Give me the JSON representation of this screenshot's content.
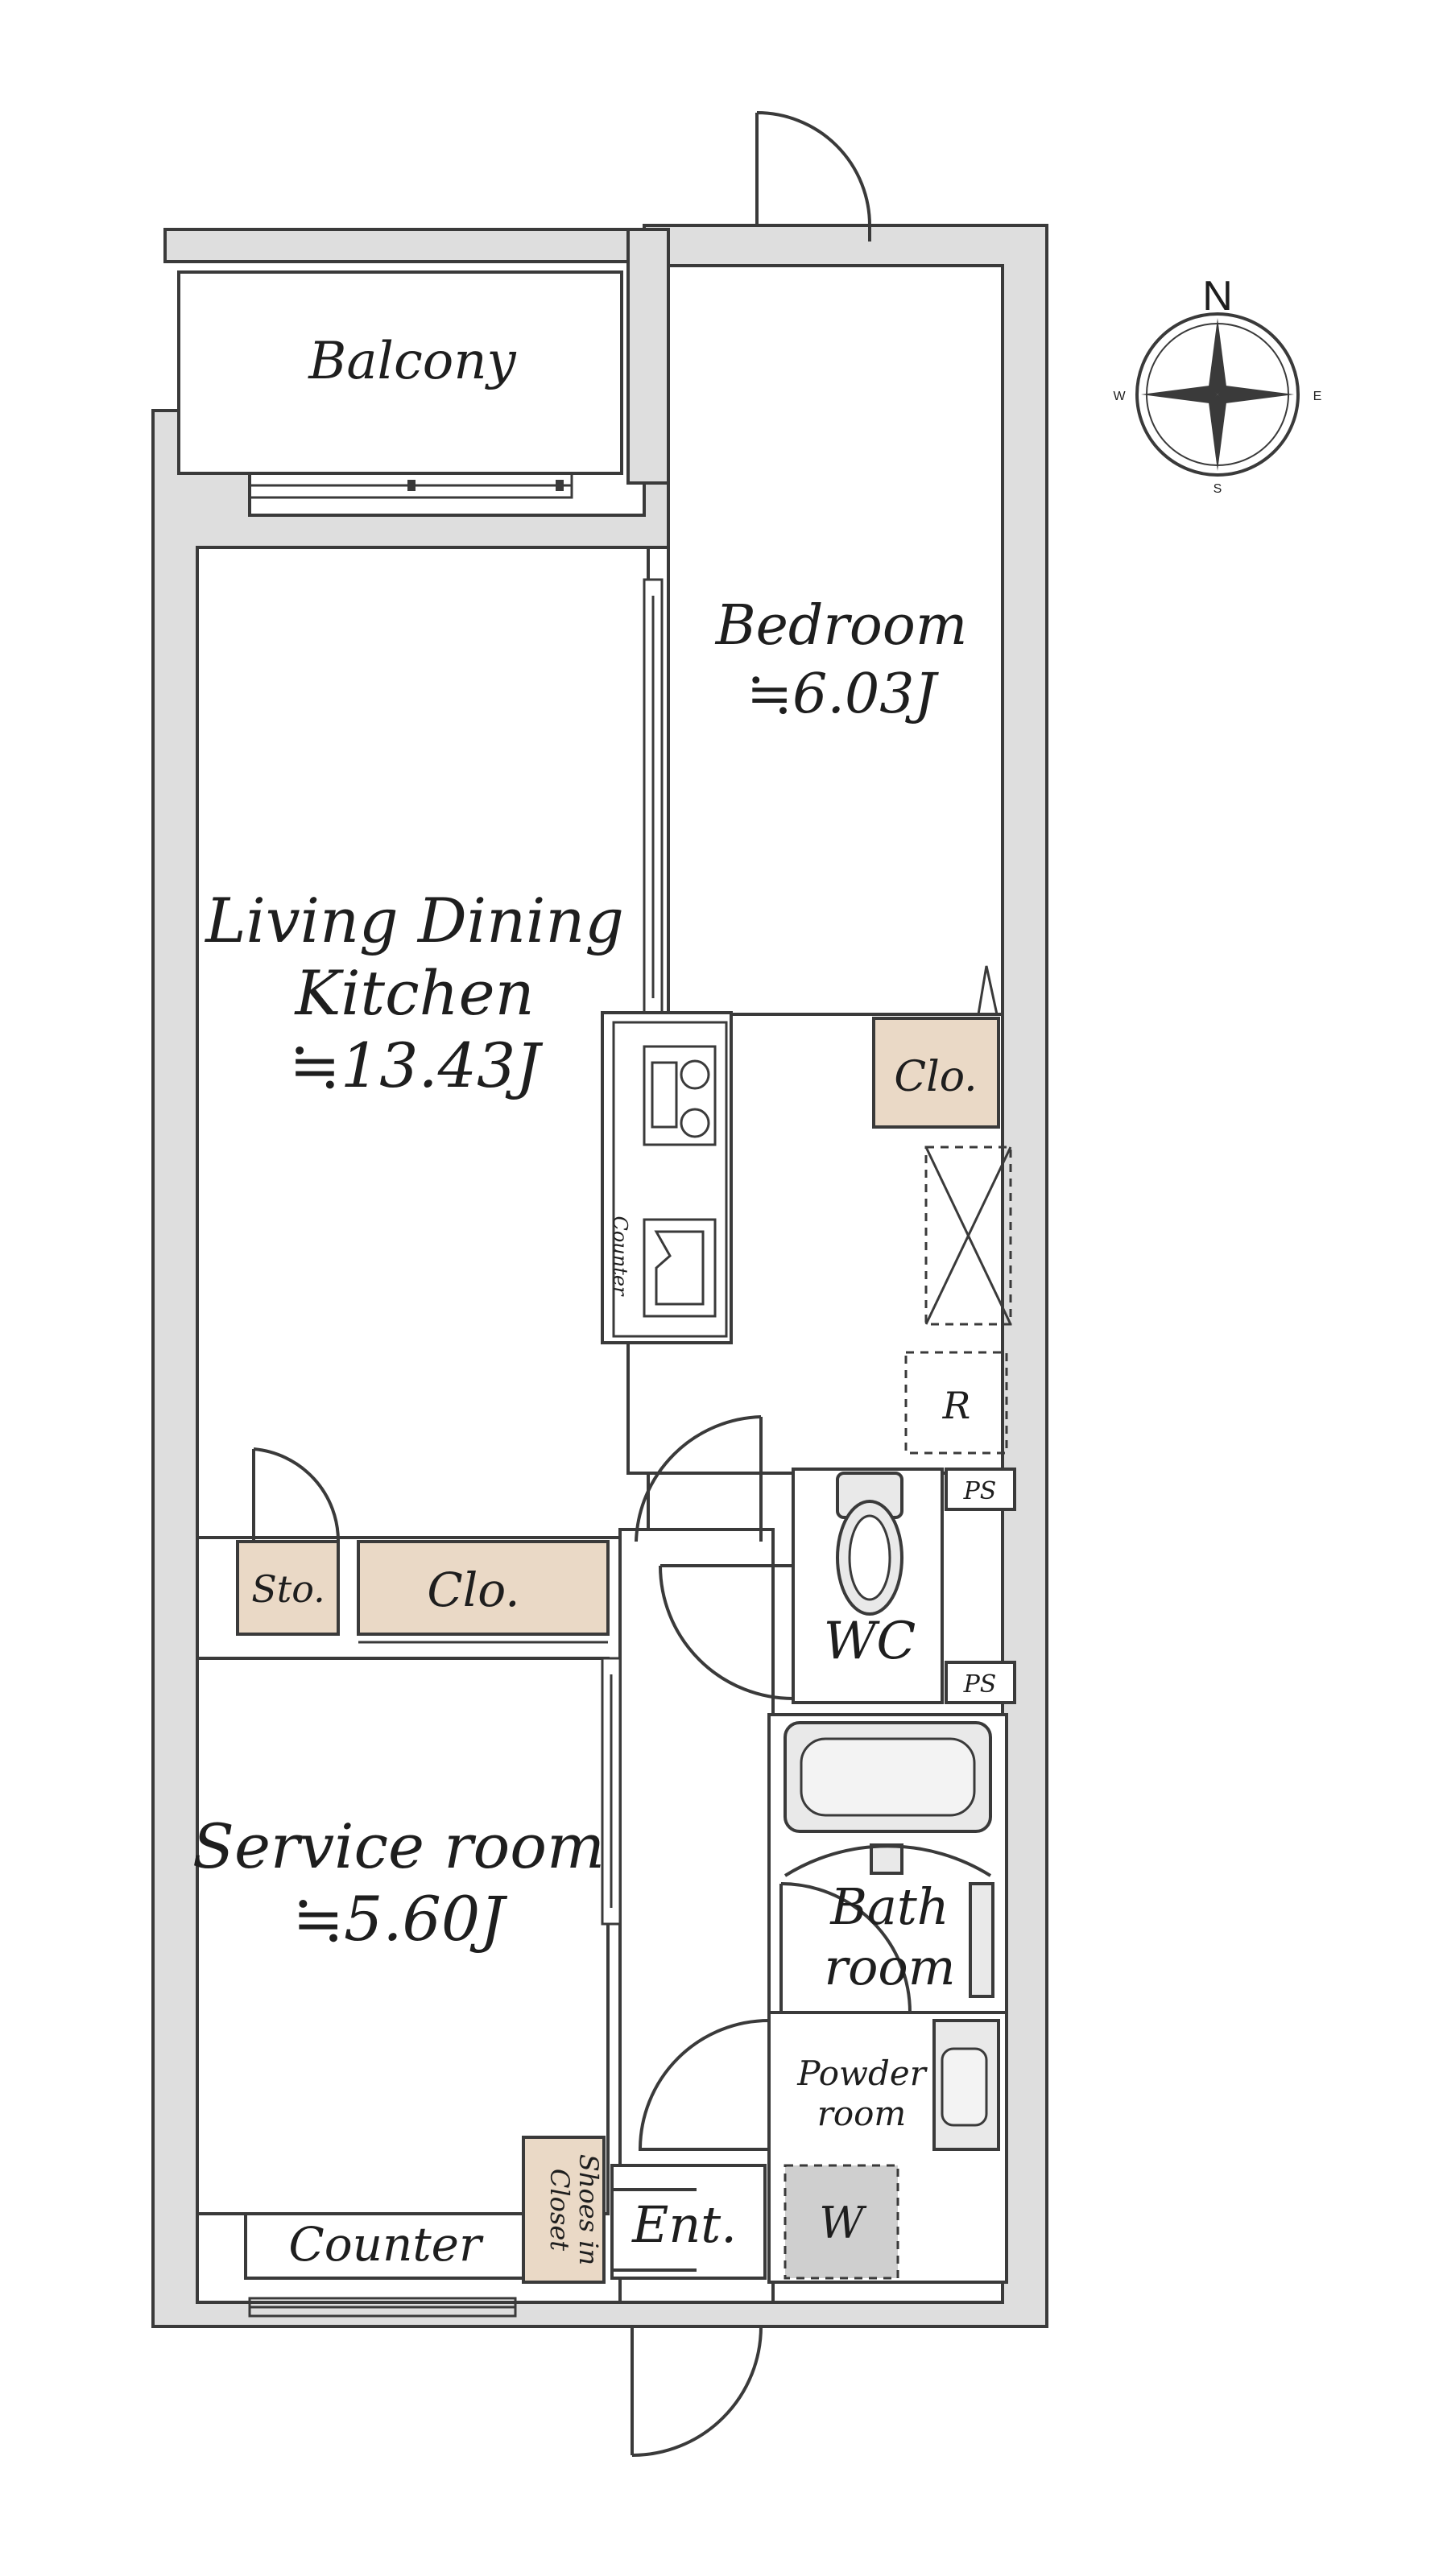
{
  "rooms": {
    "balcony": "Balcony",
    "bedroom": "Bedroom",
    "bedroom_area": "≒6.03J",
    "ldk_line1": "Living Dining",
    "ldk_line2": "Kitchen",
    "ldk_area": "≒13.43J",
    "closet_bedroom": "Clo.",
    "closet_hall": "Clo.",
    "storage": "Sto.",
    "service_room": "Service room",
    "service_area": "≒5.60J",
    "counter_kitchen": "Counter",
    "counter_service": "Counter",
    "shoes_closet_line1": "Shoes in",
    "shoes_closet_line2": "Closet",
    "entrance": "Ent.",
    "wc": "WC",
    "bath_line1": "Bath",
    "bath_line2": "room",
    "powder_line1": "Powder",
    "powder_line2": "room",
    "washer": "W",
    "refrigerator": "R",
    "pipe_space_1": "PS",
    "pipe_space_2": "PS"
  },
  "compass": {
    "north": "N",
    "east": "E",
    "south": "S",
    "west": "W"
  },
  "colors": {
    "wall": "#dedede",
    "closet": "#ead9c6",
    "line": "#3a3a3a"
  },
  "icons": [
    "compass-icon",
    "stove-icon",
    "sink-icon",
    "toilet-icon",
    "bathtub-icon",
    "washbasin-icon"
  ]
}
